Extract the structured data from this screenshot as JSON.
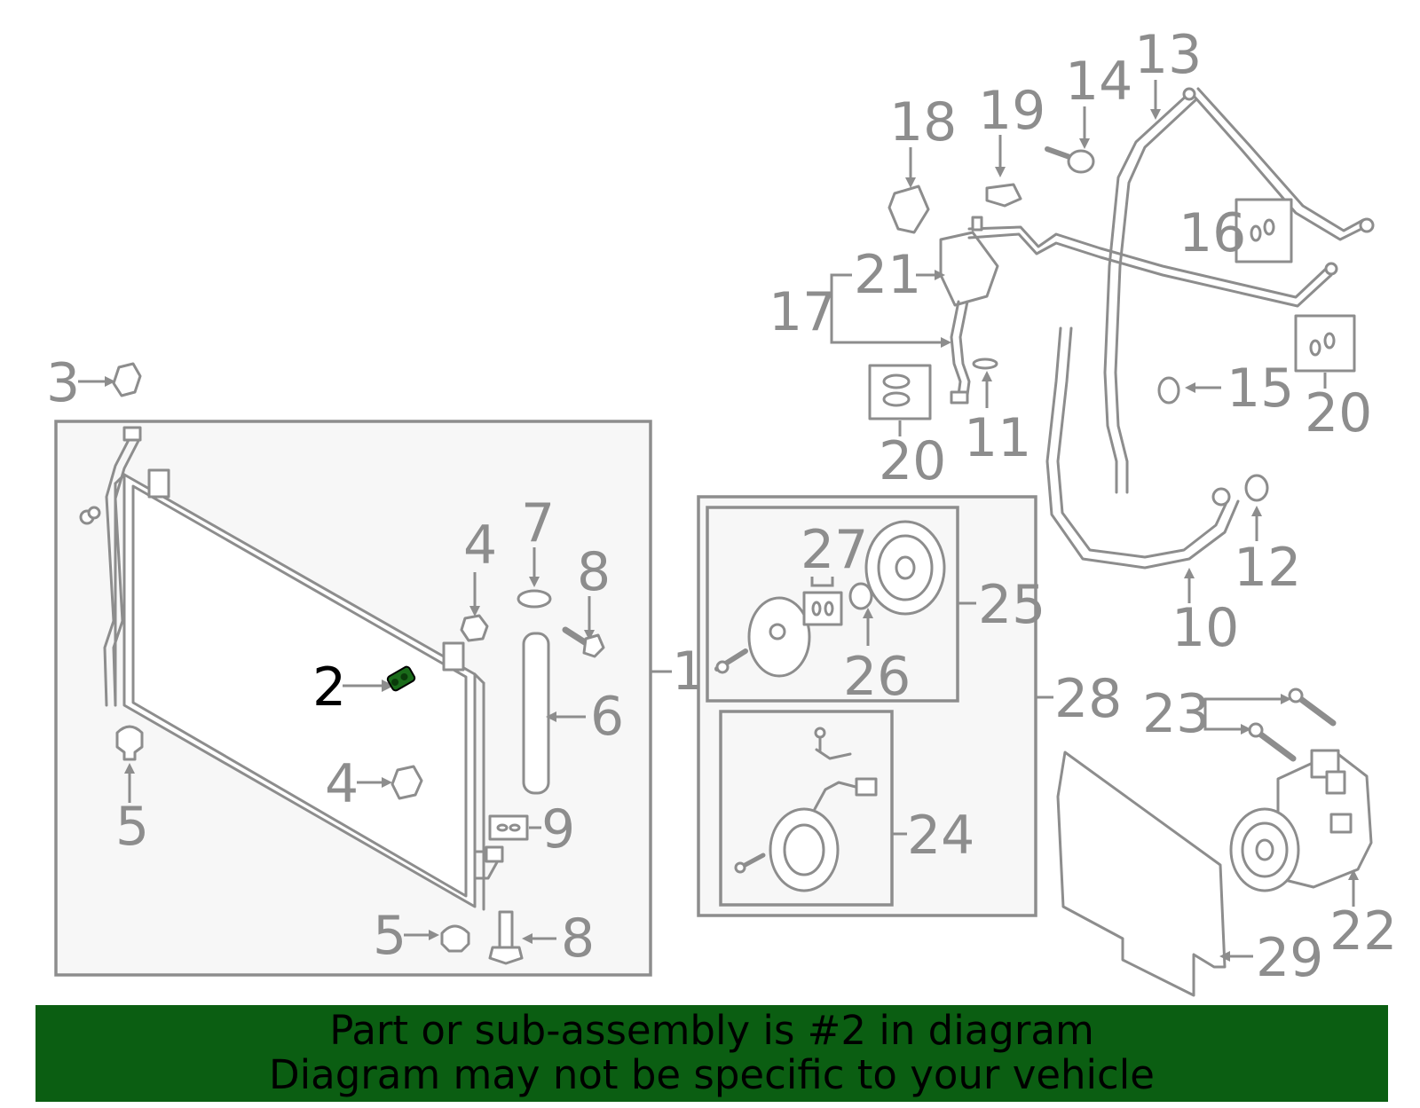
{
  "diagram": {
    "callouts": {
      "c1": "1",
      "c2": "2",
      "c3": "3",
      "c4a": "4",
      "c4b": "4",
      "c5a": "5",
      "c5b": "5",
      "c6": "6",
      "c7": "7",
      "c8a": "8",
      "c8b": "8",
      "c9": "9",
      "c10": "10",
      "c11": "11",
      "c12": "12",
      "c13": "13",
      "c14": "14",
      "c15": "15",
      "c16": "16",
      "c17": "17",
      "c18": "18",
      "c19": "19",
      "c20a": "20",
      "c20b": "20",
      "c21": "21",
      "c22": "22",
      "c23": "23",
      "c24": "24",
      "c25": "25",
      "c26": "26",
      "c27": "27",
      "c28": "28",
      "c29": "29"
    },
    "colors": {
      "line": "#8d8d8d",
      "highlight_part": "#1a6b1a",
      "highlight_label": "#000000",
      "box_fill": "#f7f7f7"
    }
  },
  "footer": {
    "line1": "Part or sub-assembly is #2 in diagram",
    "line2": "Diagram may not be specific to your vehicle",
    "background": "#0b5e12"
  }
}
